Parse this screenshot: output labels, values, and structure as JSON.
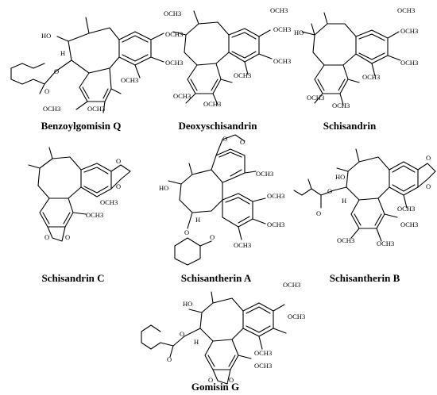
{
  "compounds": [
    {
      "name": "Benzoylgomisin Q",
      "substituents": [
        "OCH3",
        "OCH3",
        "OCH3",
        "OCH3",
        "OCH3",
        "OCH3",
        "HO",
        "H",
        "O",
        "O"
      ]
    },
    {
      "name": "Deoxyschisandrin",
      "substituents": [
        "OCH3",
        "OCH3",
        "OCH3",
        "OCH3",
        "OCH3",
        "OCH3"
      ]
    },
    {
      "name": "Schisandrin",
      "substituents": [
        "HO",
        "OCH3",
        "OCH3",
        "OCH3",
        "OCH3",
        "OCH3",
        "OCH3"
      ]
    },
    {
      "name": "Schisandrin C",
      "substituents": [
        "O",
        "O",
        "O",
        "O",
        "OCH3",
        "OCH3"
      ]
    },
    {
      "name": "Schisantherin A",
      "substituents": [
        "O",
        "O",
        "OCH3",
        "OCH3",
        "OCH3",
        "OCH3",
        "HO",
        "O",
        "O",
        "H"
      ]
    },
    {
      "name": "Schisantherin B",
      "substituents": [
        "O",
        "O",
        "OCH3",
        "OCH3",
        "OCH3",
        "OCH3",
        "HO",
        "O",
        "O",
        "H"
      ]
    },
    {
      "name": "Gomisin G",
      "substituents": [
        "HO",
        "OCH3",
        "OCH3",
        "OCH3",
        "OCH3",
        "O",
        "O",
        "O",
        "O",
        "H"
      ]
    }
  ]
}
